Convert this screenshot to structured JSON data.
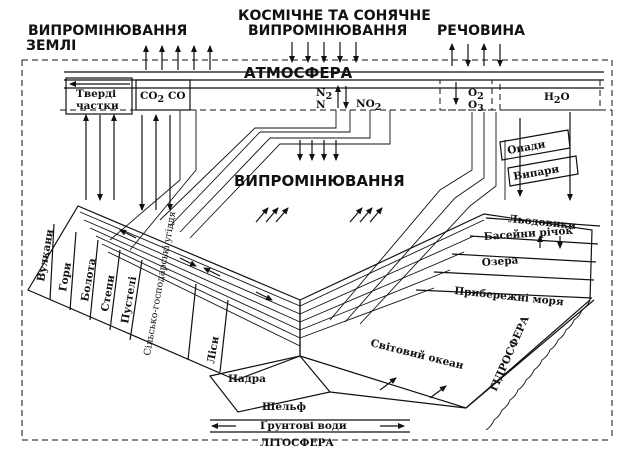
{
  "header": {
    "earth_radiation": [
      "ВИПРОМІНЮВАННЯ",
      "ЗЕМЛІ"
    ],
    "cosmic_radiation": [
      "КОСМІЧНЕ ТА СОНЯЧНЕ",
      "ВИПРОМІНЮВАННЯ"
    ],
    "matter": "РЕЧОВИНА"
  },
  "atmosphere": {
    "title": "АТМОСФЕРА",
    "solid_particles": [
      "Тверді",
      "частки"
    ],
    "co2": "CO",
    "co2_sub": "2",
    "co": "CO",
    "n2": "N",
    "n2_sub": "2",
    "n": "N",
    "no2": "NO",
    "no2_sub": "2",
    "o2": "O",
    "o2_sub": "2",
    "o3": "O",
    "o3_sub": "3",
    "h2o": "H",
    "h2o_sub": "2",
    "h2o_tail": "O"
  },
  "center": {
    "radiation": "ВИПРОМІНЮВАННЯ",
    "precipitation": "Опади",
    "evaporation": "Випари"
  },
  "land": {
    "bands": [
      "Вулкани",
      "Гори",
      "Болота",
      "Степи",
      "Пустелі",
      "Сільсько-господарські угіддя",
      "Ліси"
    ],
    "bowels": "Надра",
    "shelf": "Шельф",
    "groundwater": "Ґрунтові води",
    "lithosphere": "ЛІТОСФЕРА"
  },
  "water": {
    "bands": [
      "Льодовики",
      "Басейни річок",
      "Озера",
      "Прибережні моря"
    ],
    "ocean": "Світовий океан",
    "hydrosphere": "ГІДРОСФЕРА"
  }
}
